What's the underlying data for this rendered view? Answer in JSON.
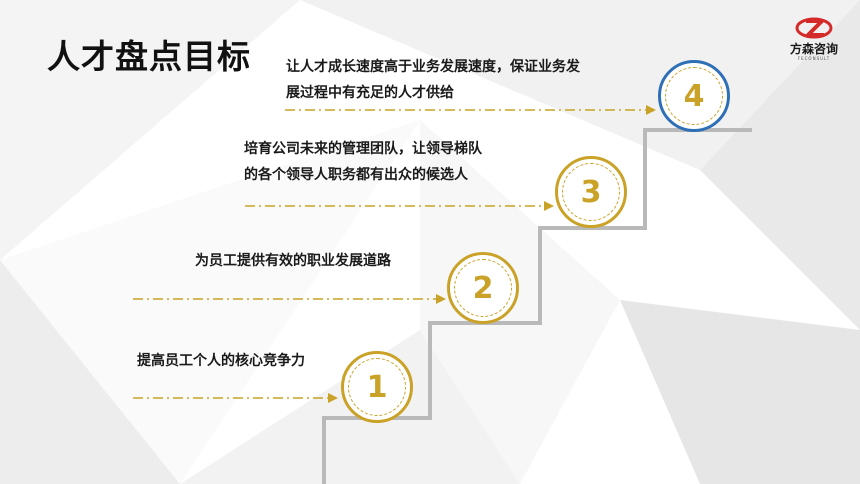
{
  "title": "人才盘点目标",
  "logo": {
    "name": "方森咨询",
    "sub": "FECONSULT"
  },
  "colors": {
    "gold": "#c9a227",
    "blue": "#2f6fb6",
    "stair": "#b9b9b9"
  },
  "goals": [
    {
      "number": "1",
      "lines": [
        "提高员工个人的核心竞争力"
      ]
    },
    {
      "number": "2",
      "lines": [
        "为员工提供有效的职业发展道路"
      ]
    },
    {
      "number": "3",
      "lines": [
        "培育公司未来的管理团队，让领导梯队",
        "的各个领导人职务都有出众的候选人"
      ]
    },
    {
      "number": "4",
      "lines": [
        "让人才成长速度高于业务发展速度，保证业务发",
        "展过程中有充足的人才供给"
      ]
    }
  ]
}
